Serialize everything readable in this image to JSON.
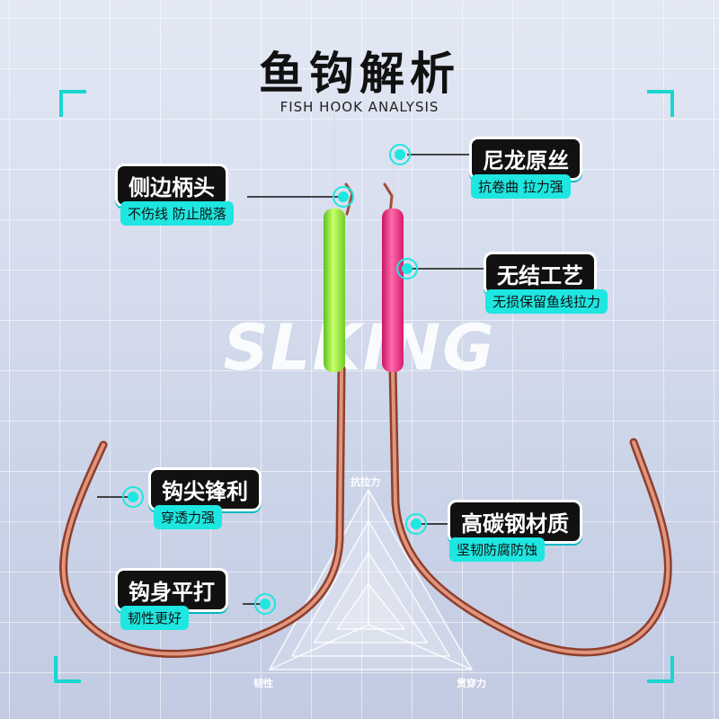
{
  "header": {
    "title": "鱼钩解析",
    "subtitle": "FISH HOOK ANALYSIS"
  },
  "watermark": "SLKING",
  "features": [
    {
      "key": "side-shank",
      "title": "侧边柄头",
      "desc": "不伤线 防止脱落"
    },
    {
      "key": "nylon",
      "title": "尼龙原丝",
      "desc": "抗卷曲 拉力强"
    },
    {
      "key": "knotless",
      "title": "无结工艺",
      "desc": "无损保留鱼线拉力"
    },
    {
      "key": "point",
      "title": "钩尖锋利",
      "desc": "穿透力强"
    },
    {
      "key": "carbon",
      "title": "高碳钢材质",
      "desc": "坚韧防腐防蚀"
    },
    {
      "key": "flat-body",
      "title": "钩身平打",
      "desc": "韧性更好"
    }
  ],
  "radar": {
    "labels": [
      "抗拉力",
      "韧性",
      "贯穿力"
    ]
  },
  "colors": {
    "accent": "#1ee6e0",
    "hook": "#b5604a",
    "sleeve_green": "#8ee03a",
    "sleeve_pink": "#f0317f",
    "label_dark": "#111111"
  }
}
